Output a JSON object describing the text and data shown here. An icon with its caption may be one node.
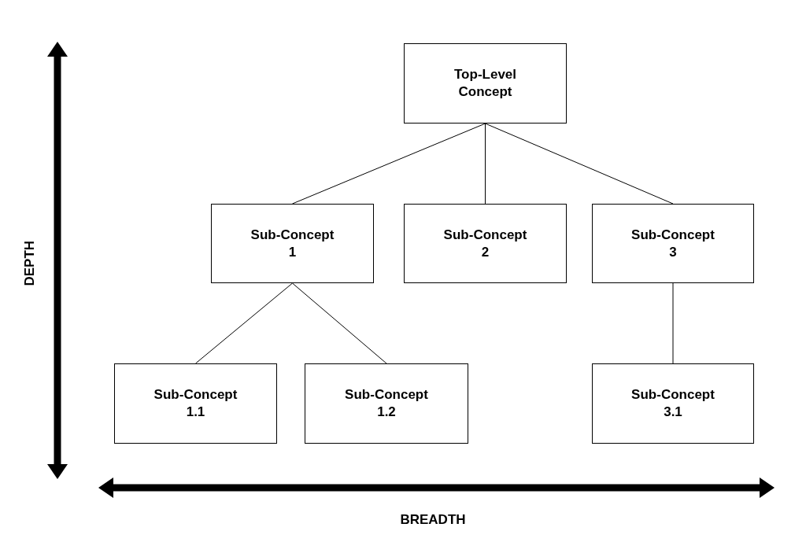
{
  "diagram": {
    "nodes": [
      {
        "text": [
          "Top-Level Concept"
        ]
      },
      {
        "text": [
          "Sub-Concept 1"
        ]
      },
      {
        "text": [
          "Sub-Concept 2"
        ]
      },
      {
        "text": [
          "Sub-Concept 3"
        ]
      },
      {
        "text": [
          "Sub-Concept 1.1"
        ]
      },
      {
        "text": [
          "Sub-Concept 1.2"
        ]
      },
      {
        "text": [
          "Sub-Concept 3.1"
        ]
      }
    ],
    "edges": [
      {
        "from": 0,
        "to": 1,
        "arrow": "none"
      },
      {
        "from": 0,
        "to": 2,
        "arrow": "none"
      },
      {
        "from": 0,
        "to": 3,
        "arrow": "none"
      },
      {
        "from": 1,
        "to": 4,
        "arrow": "none"
      },
      {
        "from": 1,
        "to": 5,
        "arrow": "none"
      },
      {
        "from": 3,
        "to": 6,
        "arrow": "none"
      }
    ],
    "labels": [
      "DEPTH",
      "BREADTH"
    ]
  }
}
